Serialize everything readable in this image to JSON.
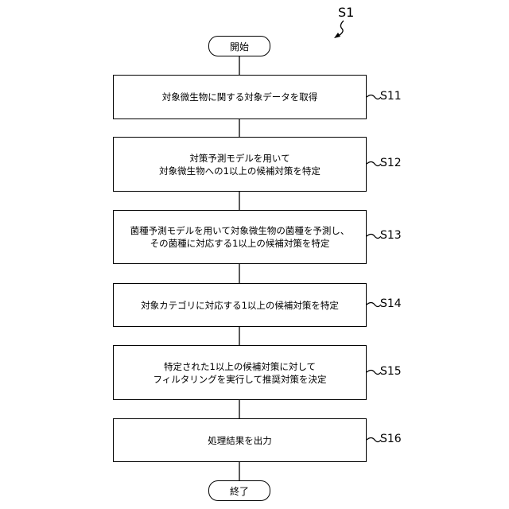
{
  "figure_label": "S1",
  "start": "開始",
  "end": "終了",
  "steps": [
    {
      "id": "S11",
      "lines": [
        "対象微生物に関する対象データを取得"
      ]
    },
    {
      "id": "S12",
      "lines": [
        "対策予測モデルを用いて",
        "対象微生物への1以上の候補対策を特定"
      ]
    },
    {
      "id": "S13",
      "lines": [
        "菌種予測モデルを用いて対象微生物の菌種を予測し、",
        "その菌種に対応する1以上の候補対策を特定"
      ]
    },
    {
      "id": "S14",
      "lines": [
        "対象カテゴリに対応する1以上の候補対策を特定"
      ]
    },
    {
      "id": "S15",
      "lines": [
        "特定された1以上の候補対策に対して",
        "フィルタリングを実行して推奨対策を決定"
      ]
    },
    {
      "id": "S16",
      "lines": [
        "処理結果を出力"
      ]
    }
  ]
}
